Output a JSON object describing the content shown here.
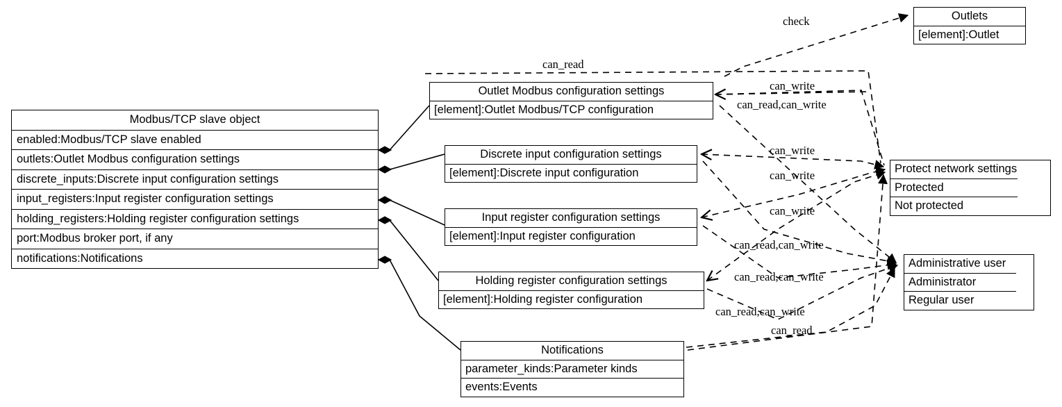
{
  "diagram": {
    "kind": "uml-class-diagram",
    "background": "#ffffff",
    "line_color": "#000000"
  },
  "boxes": {
    "modbus_slave": {
      "title": "Modbus/TCP slave object",
      "attributes": [
        "enabled:Modbus/TCP slave enabled",
        "outlets:Outlet Modbus configuration settings",
        "discrete_inputs:Discrete input configuration settings",
        "input_registers:Input register configuration settings",
        "holding_registers:Holding register configuration settings",
        "port:Modbus broker port, if any",
        "notifications:Notifications"
      ]
    },
    "outlet_modbus_cfg": {
      "title": "Outlet Modbus configuration settings",
      "attributes": [
        "[element]:Outlet Modbus/TCP configuration"
      ]
    },
    "discrete_input_cfg": {
      "title": "Discrete input configuration settings",
      "attributes": [
        "[element]:Discrete input configuration"
      ]
    },
    "input_register_cfg": {
      "title": "Input register configuration settings",
      "attributes": [
        "[element]:Input register configuration"
      ]
    },
    "holding_register_cfg": {
      "title": "Holding register configuration settings",
      "attributes": [
        "[element]:Holding register configuration"
      ]
    },
    "notifications": {
      "title": "Notifications",
      "attributes": [
        "parameter_kinds:Parameter kinds",
        "events:Events"
      ]
    },
    "outlets": {
      "title": "Outlets",
      "attributes": [
        "[element]:Outlet"
      ]
    },
    "protect_network": {
      "title": "Protect network settings",
      "attributes": [
        "Protected",
        "Not protected"
      ]
    },
    "admin_user": {
      "title": "Administrative user",
      "attributes": [
        "Administrator",
        "Regular user"
      ]
    }
  },
  "edge_labels": [
    {
      "id": "check",
      "text": "check"
    },
    {
      "id": "can-read-top",
      "text": "can_read"
    },
    {
      "id": "can-write-1",
      "text": "can_write"
    },
    {
      "id": "can-read-can-write-1",
      "text": "can_read,can_write"
    },
    {
      "id": "can-write-2",
      "text": "can_write"
    },
    {
      "id": "can-write-3",
      "text": "can_write"
    },
    {
      "id": "can-write-4",
      "text": "can_write"
    },
    {
      "id": "can-read-can-write-2",
      "text": "can_read,can_write"
    },
    {
      "id": "can-read-can-write-3",
      "text": "can_read,can_write"
    },
    {
      "id": "can-read-can-write-4",
      "text": "can_read,can_write"
    },
    {
      "id": "can-read-bottom",
      "text": "can_read"
    }
  ]
}
